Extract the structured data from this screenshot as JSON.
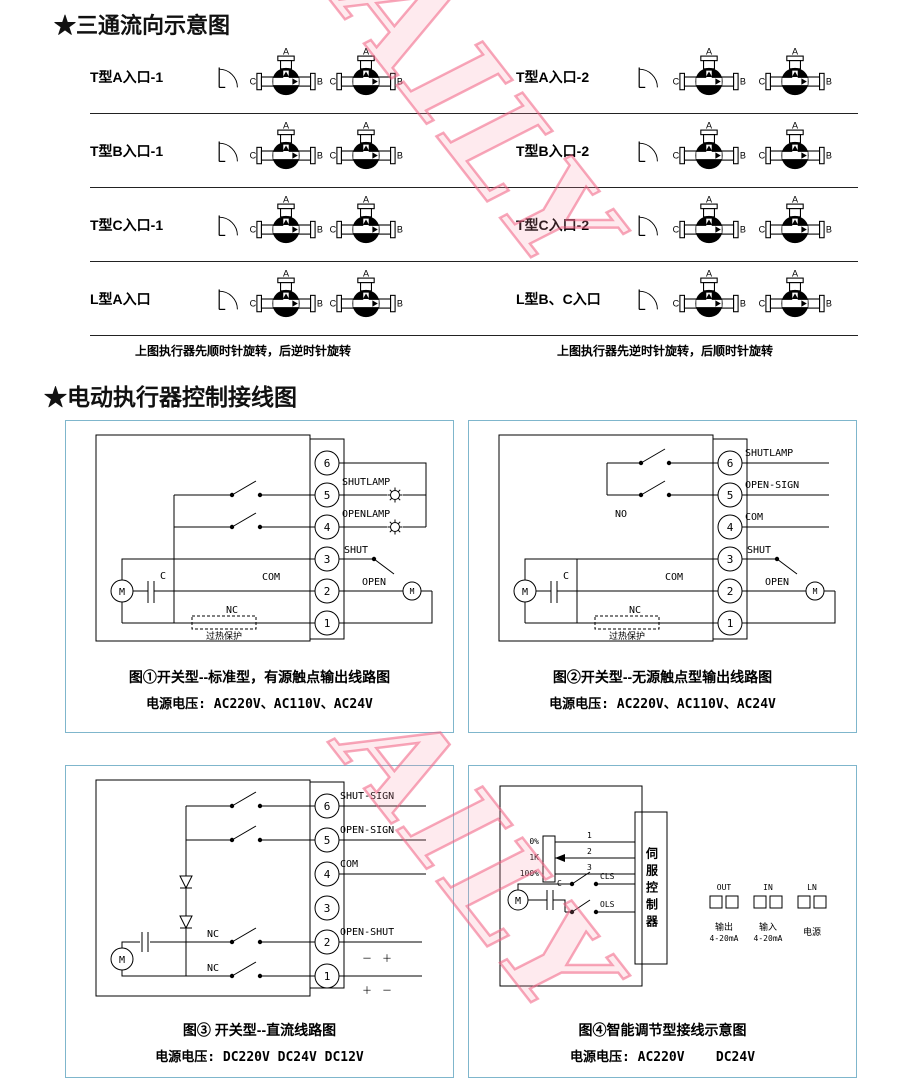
{
  "titles": {
    "flow_section": "★三通流向示意图",
    "wiring_section": "★电动执行器控制接线图"
  },
  "watermark": {
    "text": "AILY"
  },
  "flow": {
    "port_a": "A",
    "port_b": "B",
    "port_c": "C",
    "rows": [
      {
        "left": "T型A入口-1",
        "right": "T型A入口-2"
      },
      {
        "left": "T型B入口-1",
        "right": "T型B入口-2"
      },
      {
        "left": "T型C入口-1",
        "right": "T型C入口-2"
      },
      {
        "left": "L型A入口",
        "right": "L型B、C入口"
      }
    ],
    "caption_left": "上图执行器先顺时针旋转，后逆时针旋转",
    "caption_right": "上图执行器先逆时针旋转，后顺时针旋转"
  },
  "wiring": {
    "terminal_numbers": [
      "6",
      "5",
      "4",
      "3",
      "2",
      "1"
    ],
    "d1": {
      "caption": "图①开关型--标准型，有源触点输出线路图",
      "voltage": "电源电压: AC220V、AC110V、AC24V",
      "labels": {
        "shutlamp": "SHUTLAMP",
        "openlamp": "OPENLAMP",
        "shut": "SHUT",
        "open": "OPEN",
        "com": "COM",
        "nc": "NC",
        "motor": "M",
        "motor_small": "M",
        "cap": "C",
        "thermal": "过热保护"
      }
    },
    "d2": {
      "caption": "图②开关型--无源触点型输出线路图",
      "voltage": "电源电压: AC220V、AC110V、AC24V",
      "labels": {
        "shutlamp": "SHUTLAMP",
        "opensign": "OPEN-SIGN",
        "com_top": "COM",
        "no": "NO",
        "shut": "SHUT",
        "open": "OPEN",
        "com": "COM",
        "nc": "NC",
        "motor": "M",
        "motor_small": "M",
        "cap": "C",
        "thermal": "过热保护"
      }
    },
    "d3": {
      "caption": "图③ 开关型--直流线路图",
      "voltage": "电源电压: DC220V DC24V DC12V",
      "labels": {
        "shutsign": "SHUT-SIGN",
        "opensign": "OPEN-SIGN",
        "com": "COM",
        "openshut": "OPEN-SHUT",
        "nc1": "NC",
        "nc2": "NC",
        "motor": "M",
        "polarity_mid": "－　＋",
        "polarity_bottom": "＋　－"
      }
    },
    "d4": {
      "caption": "图④智能调节型接线示意图",
      "voltage": "电源电压: AC220V    DC24V",
      "labels": {
        "servo": "伺服控制器",
        "out": "OUT",
        "in": "IN",
        "ln": "LN",
        "output_cn": "输出",
        "output_range": "4-20mA",
        "input_cn": "输入",
        "input_range": "4-20mA",
        "power_cn": "电源",
        "cls": "CLS",
        "ols": "OLS",
        "pot_0": "0%",
        "pot_1k": "1K",
        "pot_100": "100%",
        "wire_1": "1",
        "wire_2": "2",
        "wire_3": "3",
        "motor": "M",
        "cap": "C"
      }
    }
  }
}
